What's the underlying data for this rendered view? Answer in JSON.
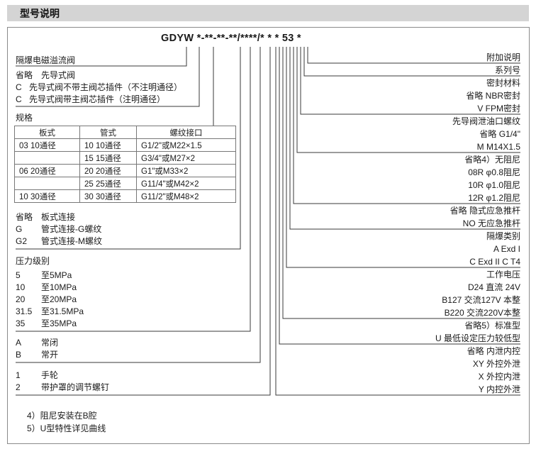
{
  "header": {
    "title": "型号说明"
  },
  "model_code": "GDYW *-**-**-**/****/* * * 53 *",
  "left": {
    "valve_title": "隔爆电磁溢流阀",
    "pilot": [
      {
        "code": "省略",
        "desc": "先导式阀"
      },
      {
        "code": "C",
        "desc": "先导式阀不带主阀芯插件（不注明通径）"
      },
      {
        "code": "C",
        "desc": "先导式阀带主阀芯插件（注明通径）"
      }
    ],
    "spec": {
      "label": "规格",
      "headers": [
        "板式",
        "管式",
        "螺纹接口"
      ],
      "rows": [
        [
          "03 10通径",
          "10 10通径",
          "G1/2\"或M22×1.5"
        ],
        [
          "",
          "15 15通径",
          "G3/4\"或M27×2"
        ],
        [
          "06 20通径",
          "20 20通径",
          "G1\"或M33×2"
        ],
        [
          "",
          "25 25通径",
          "G11/4\"或M42×2"
        ],
        [
          "10 30通径",
          "30 30通径",
          "G11/2\"或M48×2"
        ]
      ]
    },
    "connection": [
      {
        "code": "省略",
        "desc": "板式连接"
      },
      {
        "code": "G",
        "desc": "管式连接-G螺纹"
      },
      {
        "code": "G2",
        "desc": "管式连接-M螺纹"
      }
    ],
    "pressure_label": "压力级别",
    "pressure": [
      {
        "code": "5",
        "desc": "至5MPa"
      },
      {
        "code": "10",
        "desc": "至10MPa"
      },
      {
        "code": "20",
        "desc": "至20MPa"
      },
      {
        "code": "31.5",
        "desc": "至31.5MPa"
      },
      {
        "code": "35",
        "desc": "至35MPa"
      }
    ],
    "state": [
      {
        "code": "A",
        "desc": "常闭"
      },
      {
        "code": "B",
        "desc": "常开"
      }
    ],
    "adjust": [
      {
        "code": "1",
        "desc": "手轮"
      },
      {
        "code": "2",
        "desc": "带护罩的调节螺钉"
      }
    ],
    "footnotes": [
      "4）阻尼安装在B腔",
      "5）U型特性详见曲线"
    ]
  },
  "right": {
    "rows": [
      "附加说明",
      "系列号",
      "密封材料",
      "省略 NBR密封",
      "V FPM密封",
      "先导阀泄油口螺纹",
      "省略 G1/4\"",
      "M M14X1.5",
      "省略4）无阻尼",
      "08R φ0.8阻尼",
      "10R φ1.0阻尼",
      "12R φ1.2阻尼",
      "省略 隐式应急推杆",
      "NO 无应急推杆",
      "隔爆类别",
      "A Exd I",
      "C Exd II C T4",
      "工作电压",
      "D24 直流 24V",
      "B127 交流127V 本整",
      "B220 交流220V本整",
      "省略5）标准型",
      "U 最低设定压力较低型",
      "省略 内泄内控",
      "XY 外控外泄",
      "X 外控内泄",
      "Y 内控外泄"
    ]
  }
}
